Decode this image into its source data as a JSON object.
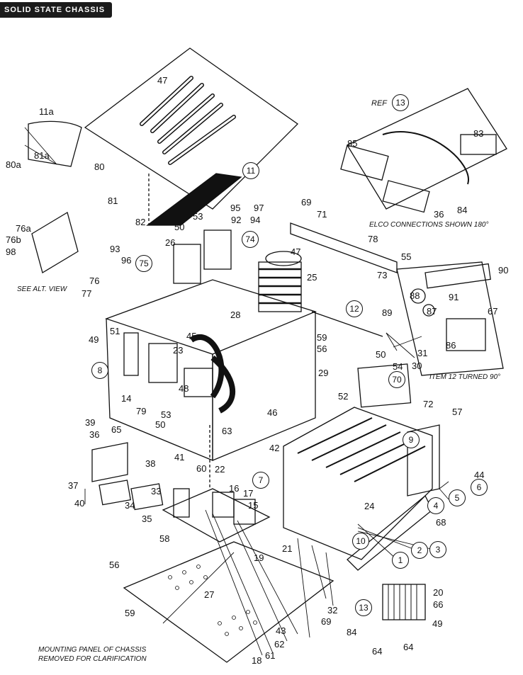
{
  "header": {
    "title": "SOLID STATE CHASSIS"
  },
  "notes": {
    "elco": "ELCO CONNECTIONS SHOWN 180°",
    "item12": "ITEM 12 TURNED 90°",
    "alt_view": "SEE ALT. VIEW",
    "mounting_line1": "MOUNTING PANEL OF CHASSIS",
    "mounting_line2": "REMOVED FOR CLARIFICATION",
    "ref": "REF"
  },
  "circled_callouts": [
    "11",
    "13",
    "74",
    "75",
    "12",
    "8",
    "70",
    "9",
    "7",
    "10",
    "1",
    "2",
    "3",
    "4",
    "5",
    "6",
    "13"
  ],
  "part_labels": [
    "47",
    "11a",
    "80a",
    "81a",
    "80",
    "81",
    "82",
    "53",
    "50",
    "26",
    "95",
    "97",
    "92",
    "94",
    "93",
    "96",
    "76a",
    "76b",
    "98",
    "76",
    "77",
    "85",
    "83",
    "36",
    "84",
    "69",
    "71",
    "78",
    "55",
    "73",
    "25",
    "47",
    "90",
    "28",
    "45",
    "23",
    "49",
    "51",
    "59",
    "56",
    "29",
    "88",
    "91",
    "89",
    "87",
    "67",
    "86",
    "50",
    "54",
    "31",
    "30",
    "14",
    "79",
    "48",
    "63",
    "46",
    "52",
    "72",
    "57",
    "39",
    "36",
    "65",
    "53",
    "50",
    "41",
    "42",
    "60",
    "22",
    "16",
    "17",
    "15",
    "44",
    "68",
    "24",
    "40",
    "38",
    "33",
    "34",
    "35",
    "37",
    "58",
    "21",
    "19",
    "62",
    "43",
    "61",
    "18",
    "27",
    "59",
    "56",
    "20",
    "66",
    "49",
    "64",
    "64",
    "32",
    "69",
    "84"
  ],
  "colors": {
    "ink": "#111111",
    "header_bg": "#1b1b1b",
    "paper": "#ffffff"
  }
}
